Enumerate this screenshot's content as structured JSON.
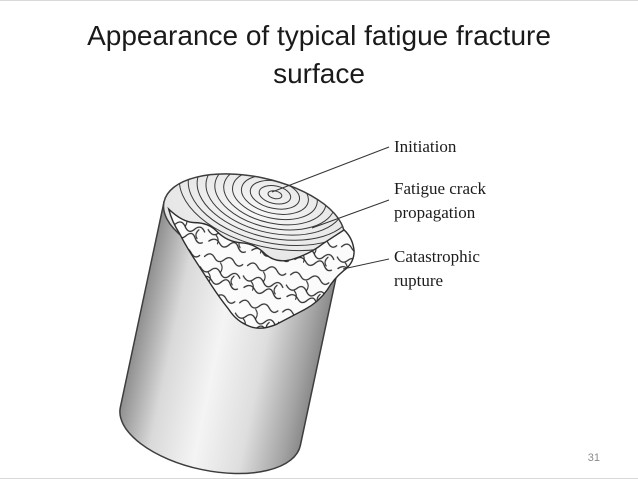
{
  "slide": {
    "title_line1": "Appearance of typical fatigue fracture",
    "title_line2": "surface",
    "page_number": "31"
  },
  "diagram": {
    "labels": {
      "initiation": "Initiation",
      "propagation_line1": "Fatigue crack",
      "propagation_line2": "propagation",
      "rupture_line1": "Catastrophic",
      "rupture_line2": "rupture"
    },
    "colors": {
      "outline": "#333333",
      "metal_light": "#f4f4f4",
      "metal_dark": "#8f8f8f",
      "text": "#1c1c1c"
    }
  }
}
